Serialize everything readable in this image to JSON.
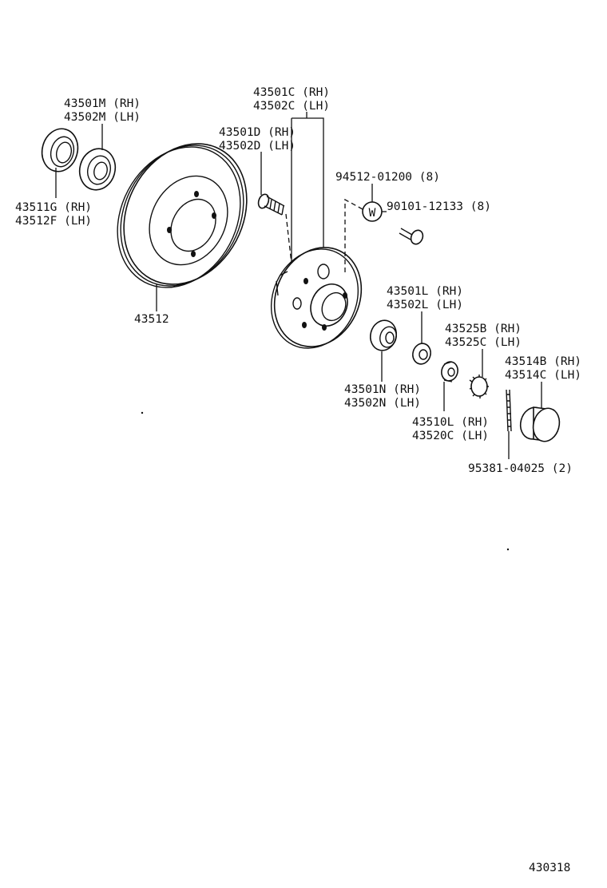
{
  "labels": {
    "outer_seal_rh": "43501M (RH)",
    "outer_seal_lh": "43502M (LH)",
    "oil_seal_rh": "43511G (RH)",
    "oil_seal_lh": "43512F (LH)",
    "disc": "43512",
    "hub_rh": "43501C (RH)",
    "hub_lh": "43502C (LH)",
    "hub_bolt_rh": "43501D (RH)",
    "hub_bolt_lh": "43502D (LH)",
    "washer": "94512-01200 (8)",
    "bolt": "90101-12133 (8)",
    "washer_symbol": "W",
    "outer_bearing_rh": "43501L (RH)",
    "outer_bearing_lh": "43502L (LH)",
    "inner_bearing_rh": "43501N (RH)",
    "inner_bearing_lh": "43502N (LH)",
    "lock_cap_rh": "43525B (RH)",
    "lock_cap_lh": "43525C (LH)",
    "grease_cap_rh": "43514B (RH)",
    "grease_cap_lh": "43514C (LH)",
    "nut_rh": "43510L (RH)",
    "nut_lh": "43520C (LH)",
    "cotter_pin": "95381-04025 (2)",
    "diagram_number": "430318"
  },
  "icons": {
    "seal": "oil-seal-icon",
    "disc": "brake-disc-icon",
    "hub": "axle-hub-icon",
    "bolt": "hub-bolt-icon",
    "bearing": "bearing-icon",
    "nut": "hub-nut-icon",
    "cap": "grease-cap-icon",
    "pin": "cotter-pin-icon"
  }
}
